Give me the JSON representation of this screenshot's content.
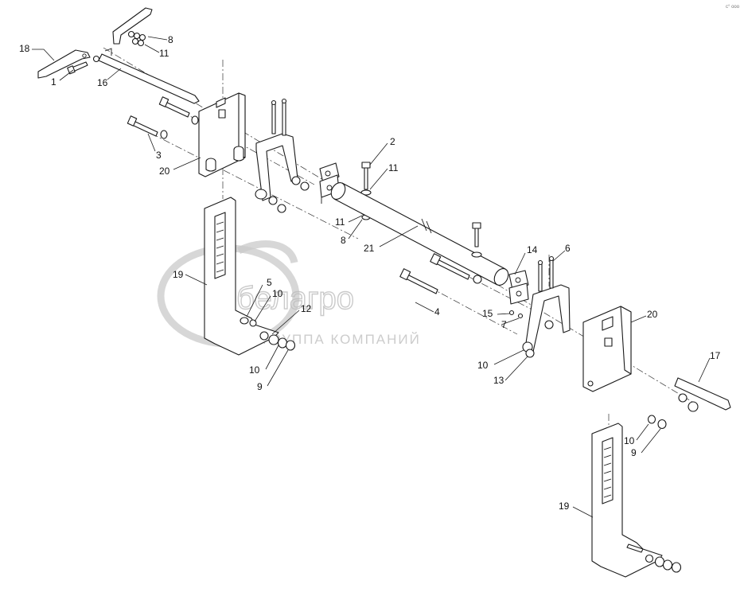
{
  "watermark": {
    "brand": "белагро",
    "subtitle": "ГРУППА КОМПАНИЙ"
  },
  "corner_mark": "с° ооо",
  "callouts": [
    {
      "id": "c18a",
      "label": "18"
    },
    {
      "id": "c1",
      "label": "1"
    },
    {
      "id": "c8a",
      "label": "8"
    },
    {
      "id": "c11a",
      "label": "11"
    },
    {
      "id": "c16",
      "label": "16"
    },
    {
      "id": "c3",
      "label": "3"
    },
    {
      "id": "c20a",
      "label": "20"
    },
    {
      "id": "c2",
      "label": "2"
    },
    {
      "id": "c11b",
      "label": "11"
    },
    {
      "id": "c11c",
      "label": "11"
    },
    {
      "id": "c8b",
      "label": "8"
    },
    {
      "id": "c21",
      "label": "21"
    },
    {
      "id": "c19a",
      "label": "19"
    },
    {
      "id": "c5",
      "label": "5"
    },
    {
      "id": "c10a",
      "label": "10"
    },
    {
      "id": "c12",
      "label": "12"
    },
    {
      "id": "c10b",
      "label": "10"
    },
    {
      "id": "c9a",
      "label": "9"
    },
    {
      "id": "c4",
      "label": "4"
    },
    {
      "id": "c14",
      "label": "14"
    },
    {
      "id": "c6",
      "label": "6"
    },
    {
      "id": "c15",
      "label": "15"
    },
    {
      "id": "c7",
      "label": "7"
    },
    {
      "id": "c10c",
      "label": "10"
    },
    {
      "id": "c13",
      "label": "13"
    },
    {
      "id": "c20b",
      "label": "20"
    },
    {
      "id": "c17",
      "label": "17"
    },
    {
      "id": "c10d",
      "label": "10"
    },
    {
      "id": "c9b",
      "label": "9"
    },
    {
      "id": "c19b",
      "label": "19"
    }
  ]
}
